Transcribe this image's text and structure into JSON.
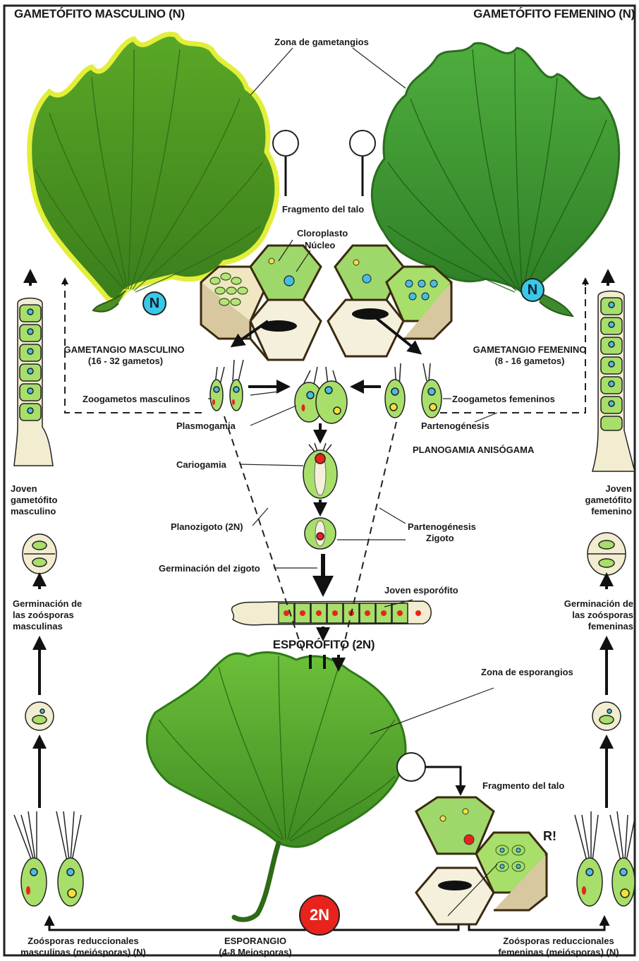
{
  "titles": {
    "male_gametophyte": "GAMETÓFITO MASCULINO (N)",
    "female_gametophyte": "GAMETÓFITO FEMENINO (N)",
    "sporophyte": "ESPORÓFITO (2N)"
  },
  "ploidy": {
    "n_male": "N",
    "n_female": "N",
    "two_n": "2N"
  },
  "labels": {
    "zona_gametangios": "Zona de gametangios",
    "fragmento_talo_top": "Fragmento del talo",
    "cloroplasto": "Cloroplasto",
    "nucleo": "Núcleo",
    "gametangio_masc": "GAMETANGIO MASCULINO",
    "gametangio_masc_sub": "(16 - 32 gametos)",
    "gametangio_fem": "GAMETANGIO FEMENINO",
    "gametangio_fem_sub": "(8 - 16 gametos)",
    "zoogametos_masc": "Zoogametos masculinos",
    "zoogametos_fem": "Zoogametos femeninos",
    "plasmogamia": "Plasmogamia",
    "partenogenesis_1": "Partenogénesis",
    "planogamia": "PLANOGAMIA ANISÓGAMA",
    "cariogamia": "Cariogamia",
    "joven_gam_masc": [
      "Joven",
      "gametófito",
      "masculino"
    ],
    "joven_gam_fem": [
      "Joven",
      "gametófito",
      "femenino"
    ],
    "planozigoto": "Planozigoto (2N)",
    "partenogenesis_zigoto": [
      "Partenogénesis",
      "Zigoto"
    ],
    "germinacion_zigoto": "Germinación del zigoto",
    "joven_esporofito": "Joven esporófito",
    "germ_zoosporas_masc": [
      "Germinación  de",
      "las zoósporas",
      "masculinas"
    ],
    "germ_zoosporas_fem": [
      "Germinación de",
      "las zoósporas",
      "femeninas"
    ],
    "zona_esporangios": "Zona de esporangios",
    "fragmento_talo_bottom": "Fragmento del talo",
    "r_mark": "R!",
    "zoosporas_masc": [
      "Zoósporas reduccionales",
      "masculinas (meiósporas) (N)"
    ],
    "esporangio": [
      "ESPORANGIO",
      "(4-8 Meiosporas)"
    ],
    "zoosporas_fem": [
      "Zoósporas reduccionales",
      "femeninas (meiósporas) (N)"
    ]
  },
  "colors": {
    "thallus_male": "#7cc22a",
    "thallus_male_edge": "#e3ee3a",
    "thallus_female": "#3f9a34",
    "thallus_sporo": "#55b02c",
    "cell_green": "#a8de6a",
    "cell_fill": "#efe8c8",
    "nucleus": "#49bde0",
    "red_spot": "#e8231c",
    "yellow_spot": "#f3e03a"
  }
}
